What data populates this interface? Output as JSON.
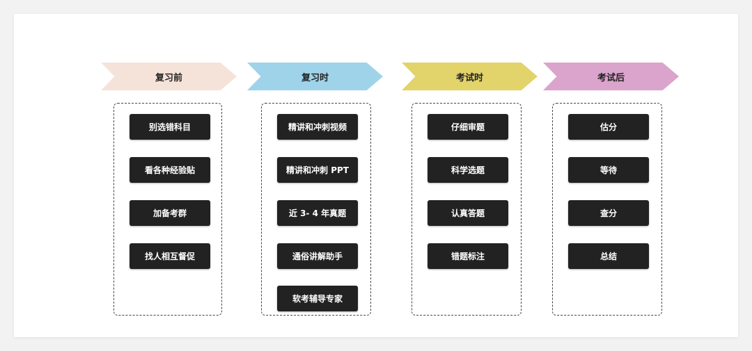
{
  "columns": [
    {
      "title": "复习前",
      "color": "#f5e3da",
      "items": [
        "别选错科目",
        "看各种经验贴",
        "加备考群",
        "找人相互督促"
      ]
    },
    {
      "title": "复习时",
      "color": "#9fd3ea",
      "items": [
        "精讲和冲刺视频",
        "精讲和冲刺 PPT",
        "近 3- 4 年真题",
        "通俗讲解助手",
        "软考辅导专家"
      ]
    },
    {
      "title": "考试时",
      "color": "#e2d36a",
      "items": [
        "仔细审题",
        "科学选题",
        "认真答题",
        "错题标注"
      ]
    },
    {
      "title": "考试后",
      "color": "#dba4cc",
      "items": [
        "估分",
        "等待",
        "查分",
        "总结"
      ]
    }
  ]
}
